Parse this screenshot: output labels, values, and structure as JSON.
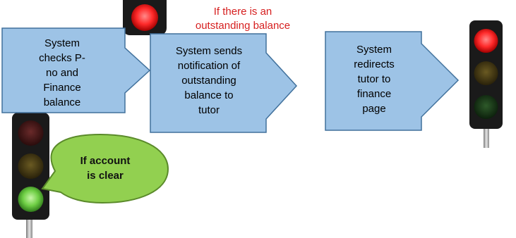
{
  "steps": [
    {
      "text": "System\nchecks P-\nno and\nFinance\nbalance"
    },
    {
      "text": "System sends\nnotification of\noutstanding\nbalance to\ntutor"
    },
    {
      "text": "System\nredirects\ntutor to\nfinance\npage"
    }
  ],
  "condition_outstanding": "If there is an\noutstanding balance",
  "condition_clear": "If account\nis clear",
  "traffic_lights": [
    {
      "lit": "red"
    },
    {
      "lit": "red"
    },
    {
      "lit": "green"
    }
  ],
  "colors": {
    "arrow_fill": "#9dc3e6",
    "arrow_stroke": "#41719c",
    "bubble_fill": "#92d050",
    "bubble_stroke": "#5a8a2a",
    "red_on": "#ff2a2a",
    "green_on": "#7ed957",
    "caption": "#d61f1f"
  }
}
